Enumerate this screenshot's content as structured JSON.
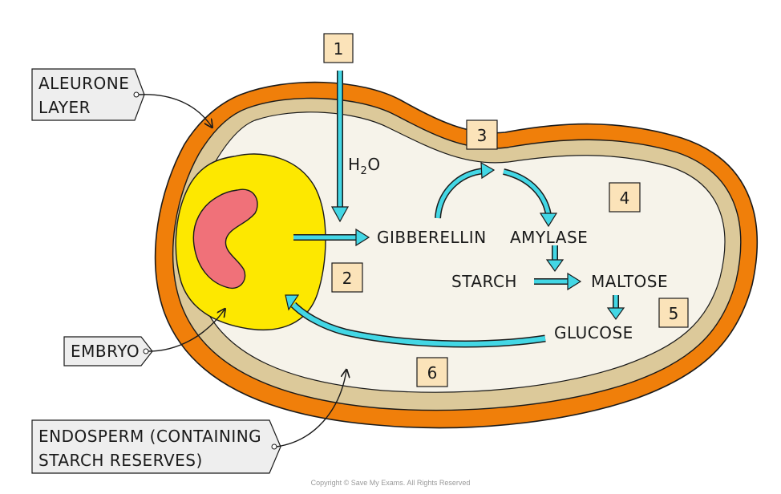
{
  "labels": {
    "aleurone_line1": "ALEURONE",
    "aleurone_line2": "LAYER",
    "embryo": "EMBRYO",
    "endosperm_line1": "ENDOSPERM (CONTAINING",
    "endosperm_line2": "STARCH  RESERVES)"
  },
  "steps": [
    "1",
    "2",
    "3",
    "4",
    "5",
    "6"
  ],
  "process": {
    "water_h": "H",
    "water_sub": "2",
    "water_o": "O",
    "gibberellin": "GIBBERELLIN",
    "amylase": "AMYLASE",
    "starch": "STARCH",
    "maltose": "MALTOSE",
    "glucose": "GLUCOSE"
  },
  "footer": {
    "copyright": "Copyright © Save My Exams. All Rights Reserved"
  },
  "colors": {
    "seed_coat": "#f07f0a",
    "aleurone": "#dcc99a",
    "endosperm": "#f6f3ea",
    "embryo": "#fde800",
    "radicle": "#f07179",
    "arrow": "#43d7e5",
    "step_box": "#fbe3b9",
    "tag_fill": "#eeeeee"
  }
}
